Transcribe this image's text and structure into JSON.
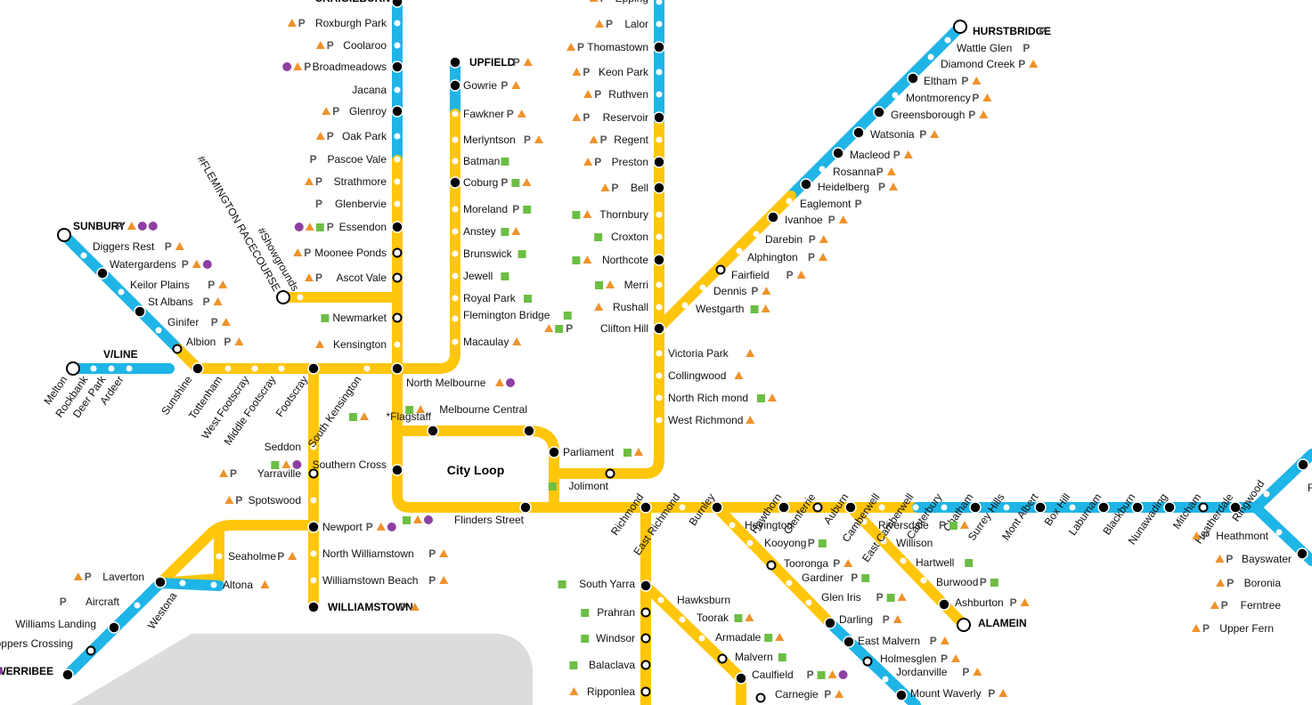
{
  "colors": {
    "yellow": "#FFC60B",
    "blue": "#1FB5E6",
    "land": "#DCDCDC",
    "parking": "#555555",
    "bike": "#F0922B",
    "bus": "#6DBE45",
    "tram": "#8E3FA2"
  },
  "icons": {
    "parking": "parking-icon",
    "bike": "bike-storage-icon",
    "bus": "bus-connection-icon",
    "tram": "tram-connection-icon",
    "coach": "coach-connection-icon"
  },
  "map": {
    "city_loop_label": "City Loop",
    "vline_label": "V/LINE"
  },
  "termini": [
    "CRAIGIEBURN",
    "UPFIELD",
    "HURSTBRIDGE",
    "SUNBURY",
    "WILLIAMSTOWN",
    "WERRIBEE",
    "ALAMEIN"
  ],
  "stations": [
    "CRAIGIEBURN",
    "Roxburgh Park",
    "Coolaroo",
    "Broadmeadows",
    "Jacana",
    "Glenroy",
    "Oak Park",
    "Pascoe Vale",
    "Strathmore",
    "Glenbervie",
    "Essendon",
    "Moonee Ponds",
    "Ascot Vale",
    "Newmarket",
    "Kensington",
    "UPFIELD",
    "Gowrie",
    "Fawkner",
    "Merlyntson",
    "Batman",
    "Coburg",
    "Moreland",
    "Anstey",
    "Brunswick",
    "Jewell",
    "Royal Park",
    "Flemington Bridge",
    "Macaulay",
    "Epping",
    "Lalor",
    "Thomastown",
    "Keon Park",
    "Ruthven",
    "Reservoir",
    "Regent",
    "Preston",
    "Bell",
    "Thornbury",
    "Croxton",
    "Northcote",
    "Merri",
    "Rushall",
    "Clifton Hill",
    "Victoria Park",
    "Collingwood",
    "North Rich mond",
    "West Richmond",
    "HURSTBRIDGE",
    "Wattle Glen",
    "Diamond Creek",
    "Eltham",
    "Montmorency",
    "Greensborough",
    "Watsonia",
    "Macleod",
    "Rosanna",
    "Heidelberg",
    "Eaglemont",
    "Ivanhoe",
    "Darebin",
    "Alphington",
    "Fairfield",
    "Dennis",
    "Westgarth",
    "SUNBURY",
    "Diggers Rest",
    "Watergardens",
    "Keilor Plains",
    "St Albans",
    "Ginifer",
    "Albion",
    "Melton",
    "Rockbank",
    "Deer Park",
    "Ardeer",
    "Sunshine",
    "Tottenham",
    "West Footscray",
    "Middle Footscray",
    "Footscray",
    "South Kensington",
    "North Melbourne",
    "#FLEMINGTON RACECOURSE",
    "#Showgrounds",
    "*Flagstaff",
    "Melbourne Central",
    "Parliament",
    "Southern Cross",
    "Flinders Street",
    "Jolimont",
    "Richmond",
    "Seddon",
    "Yarraville",
    "Spotswood",
    "Newport",
    "North Williamstown",
    "Williamstown Beach",
    "WILLIAMSTOWN",
    "Seaholme",
    "Altona",
    "Laverton",
    "Aircraft",
    "Westona",
    "Williams Landing",
    "Hoppers Crossing",
    "WERRIBEE",
    "East Richmond",
    "Burnley",
    "Hawthorn",
    "Glenferrie",
    "Auburn",
    "Camberwell",
    "East Camberwell",
    "Canterbury",
    "Chatham",
    "Surrey Hills",
    "Mont Albert",
    "Box Hill",
    "Laburnam",
    "Blackburn",
    "Nunawading",
    "Mitcham",
    "Heatherdale",
    "Ringwood",
    "Ring",
    "Heathmont",
    "Bayswater",
    "Boronia",
    "Ferntree",
    "Upper Fern",
    "Riversdale",
    "Willison",
    "Hartwell",
    "Burwood",
    "Ashburton",
    "ALAMEIN",
    "Heyington",
    "Kooyong",
    "Tooronga",
    "Gardiner",
    "Glen Iris",
    "Darling",
    "East Malvern",
    "Holmesglen",
    "Jordanville",
    "Mount Waverly",
    "South Yarra",
    "Prahran",
    "Windsor",
    "Balaclava",
    "Ripponlea",
    "Hawksburn",
    "Toorak",
    "Armadale",
    "Malvern",
    "Caulfield",
    "Carnegie"
  ]
}
